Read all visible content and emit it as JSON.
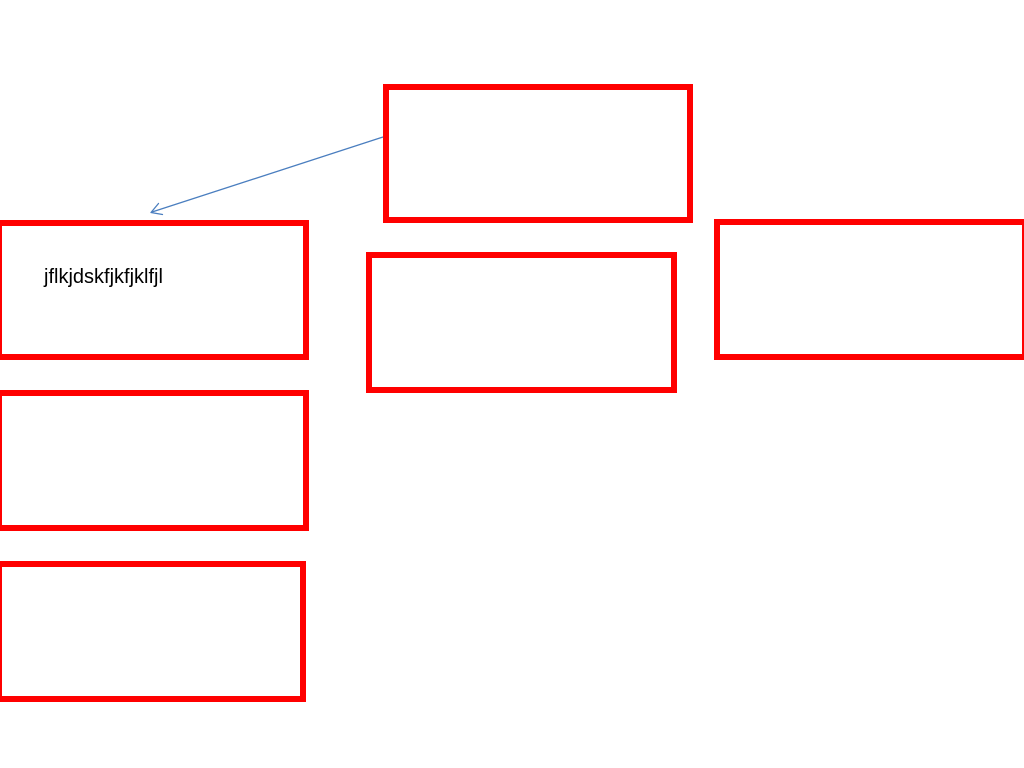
{
  "diagram": {
    "border_color": "#ff0000",
    "connector_color": "#4a7ebf",
    "boxes": [
      {
        "id": "top-center",
        "label": ""
      },
      {
        "id": "left-top",
        "label": "jflkjdskfjkfjklfjl"
      },
      {
        "id": "center-mid",
        "label": ""
      },
      {
        "id": "right-mid",
        "label": ""
      },
      {
        "id": "left-middle",
        "label": ""
      },
      {
        "id": "left-bottom",
        "label": ""
      }
    ],
    "connectors": [
      {
        "from": "top-center",
        "to": "left-top",
        "arrow": "end"
      }
    ]
  }
}
